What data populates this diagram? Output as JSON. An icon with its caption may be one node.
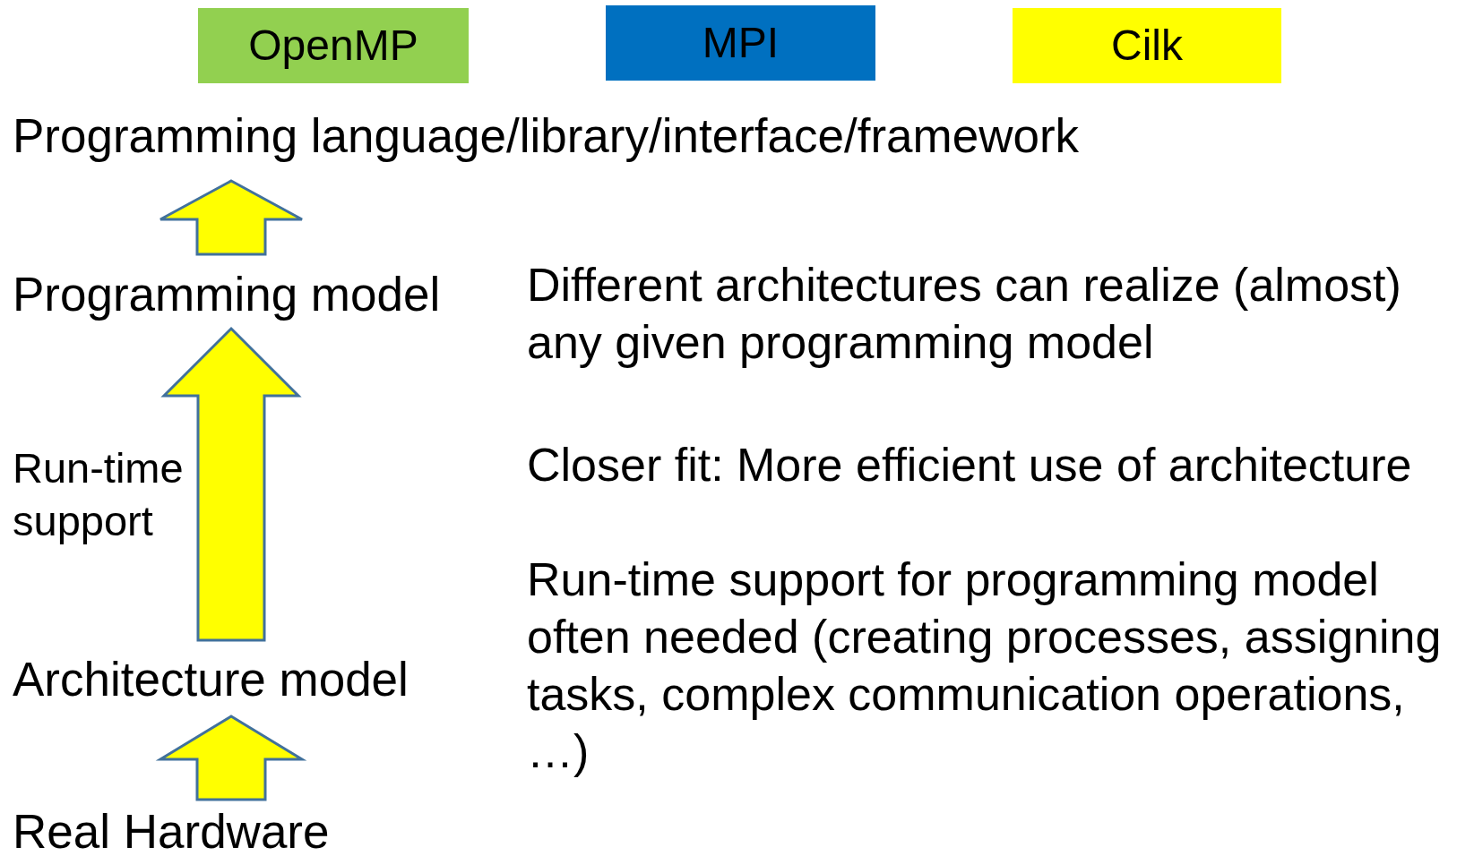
{
  "diagram": {
    "nodes": [
      {
        "text": [
          "OpenMP"
        ]
      },
      {
        "text": [
          "MPI"
        ]
      },
      {
        "text": [
          "Cilk"
        ]
      },
      {
        "text": [
          "Programming language/library/interface/framework"
        ]
      },
      {
        "text": [
          "Programming model"
        ]
      },
      {
        "text": [
          "Architecture model"
        ]
      },
      {
        "text": [
          "Real Hardware"
        ]
      }
    ],
    "edges": [
      {
        "from": 6,
        "to": 5,
        "arrow": "to"
      },
      {
        "from": 5,
        "to": 4,
        "arrow": "to",
        "label": "Run-time support"
      },
      {
        "from": 4,
        "to": 3,
        "arrow": "to"
      }
    ],
    "labels": [
      "Different architectures can realize (almost) any given programming model",
      "Closer fit: More efficient use of architecture",
      "Run-time support for programming model often needed (creating processes, assigning tasks, complex communication operations, …)"
    ]
  }
}
